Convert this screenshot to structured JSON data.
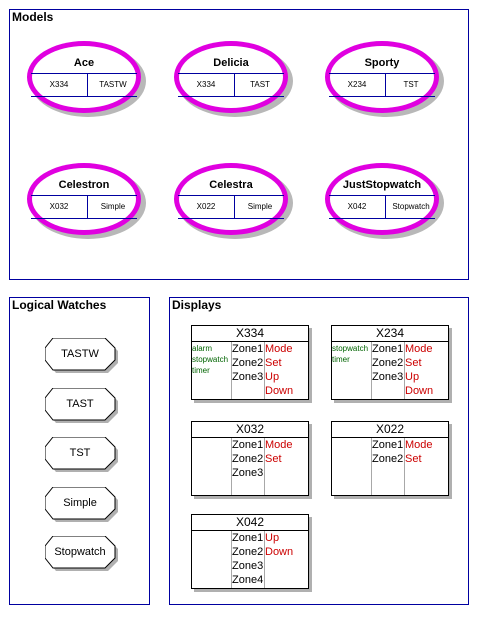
{
  "sections": {
    "models": "Models",
    "logical": "Logical Watches",
    "displays": "Displays"
  },
  "models": [
    {
      "name": "Ace",
      "left": "X334",
      "right": "TASTW"
    },
    {
      "name": "Delicia",
      "left": "X334",
      "right": "TAST"
    },
    {
      "name": "Sporty",
      "left": "X234",
      "right": "TST"
    },
    {
      "name": "Celestron",
      "left": "X032",
      "right": "Simple"
    },
    {
      "name": "Celestra",
      "left": "X022",
      "right": "Simple"
    },
    {
      "name": "JustStopwatch",
      "left": "X042",
      "right": "Stopwatch"
    }
  ],
  "logical_watches": [
    "TASTW",
    "TAST",
    "TST",
    "Simple",
    "Stopwatch"
  ],
  "displays": [
    {
      "title": "X334",
      "features": [
        "alarm",
        "stopwatch",
        "timer"
      ],
      "zones": [
        "Zone1",
        "Zone2",
        "Zone3"
      ],
      "buttons": [
        "Mode",
        "Set",
        "Up",
        "Down"
      ]
    },
    {
      "title": "X234",
      "features": [
        "stopwatch",
        "timer"
      ],
      "zones": [
        "Zone1",
        "Zone2",
        "Zone3"
      ],
      "buttons": [
        "Mode",
        "Set",
        "Up",
        "Down"
      ]
    },
    {
      "title": "X032",
      "features": [],
      "zones": [
        "Zone1",
        "Zone2",
        "Zone3"
      ],
      "buttons": [
        "Mode",
        "Set"
      ]
    },
    {
      "title": "X022",
      "features": [],
      "zones": [
        "Zone1",
        "Zone2"
      ],
      "buttons": [
        "Mode",
        "Set"
      ]
    },
    {
      "title": "X042",
      "features": [],
      "zones": [
        "Zone1",
        "Zone2",
        "Zone3",
        "Zone4"
      ],
      "buttons": [
        "Up",
        "Down"
      ]
    }
  ],
  "colors": {
    "frame": "#0000a0",
    "ellipse_ring": "#e000e0",
    "feature_text": "#006400",
    "button_text": "#cc0000"
  }
}
